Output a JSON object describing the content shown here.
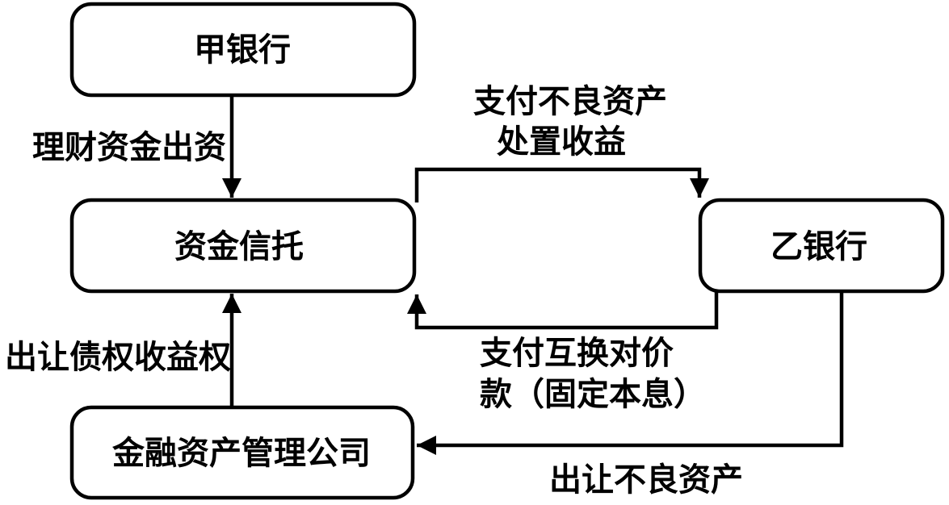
{
  "diagram": {
    "type": "flow-diagram",
    "background_color": "#ffffff",
    "line_color": "#000000",
    "box_fill_color": "#ffffff",
    "nodes": [
      {
        "id": "bank-a",
        "label": "甲银行"
      },
      {
        "id": "fund-trust",
        "label": "资金信托"
      },
      {
        "id": "bank-b",
        "label": "乙银行"
      },
      {
        "id": "amc",
        "label": "金融资产管理公司"
      }
    ],
    "edges": [
      {
        "from": "bank-a",
        "to": "fund-trust",
        "label": "理财资金出资",
        "lines": [
          "理财资金出资"
        ]
      },
      {
        "from": "fund-trust",
        "to": "bank-b",
        "label": "支付不良资产处置收益",
        "lines": [
          "支付不良资产",
          "处置收益"
        ]
      },
      {
        "from": "bank-b",
        "to": "fund-trust",
        "label": "支付互换对价款（固定本息）",
        "lines": [
          "支付互换对价",
          "款（固定本息）"
        ]
      },
      {
        "from": "amc",
        "to": "fund-trust",
        "label": "出让债权收益权",
        "lines": [
          "出让债权收益权"
        ]
      },
      {
        "from": "bank-b",
        "to": "amc",
        "label": "出让不良资产",
        "lines": [
          "出让不良资产"
        ]
      }
    ]
  }
}
